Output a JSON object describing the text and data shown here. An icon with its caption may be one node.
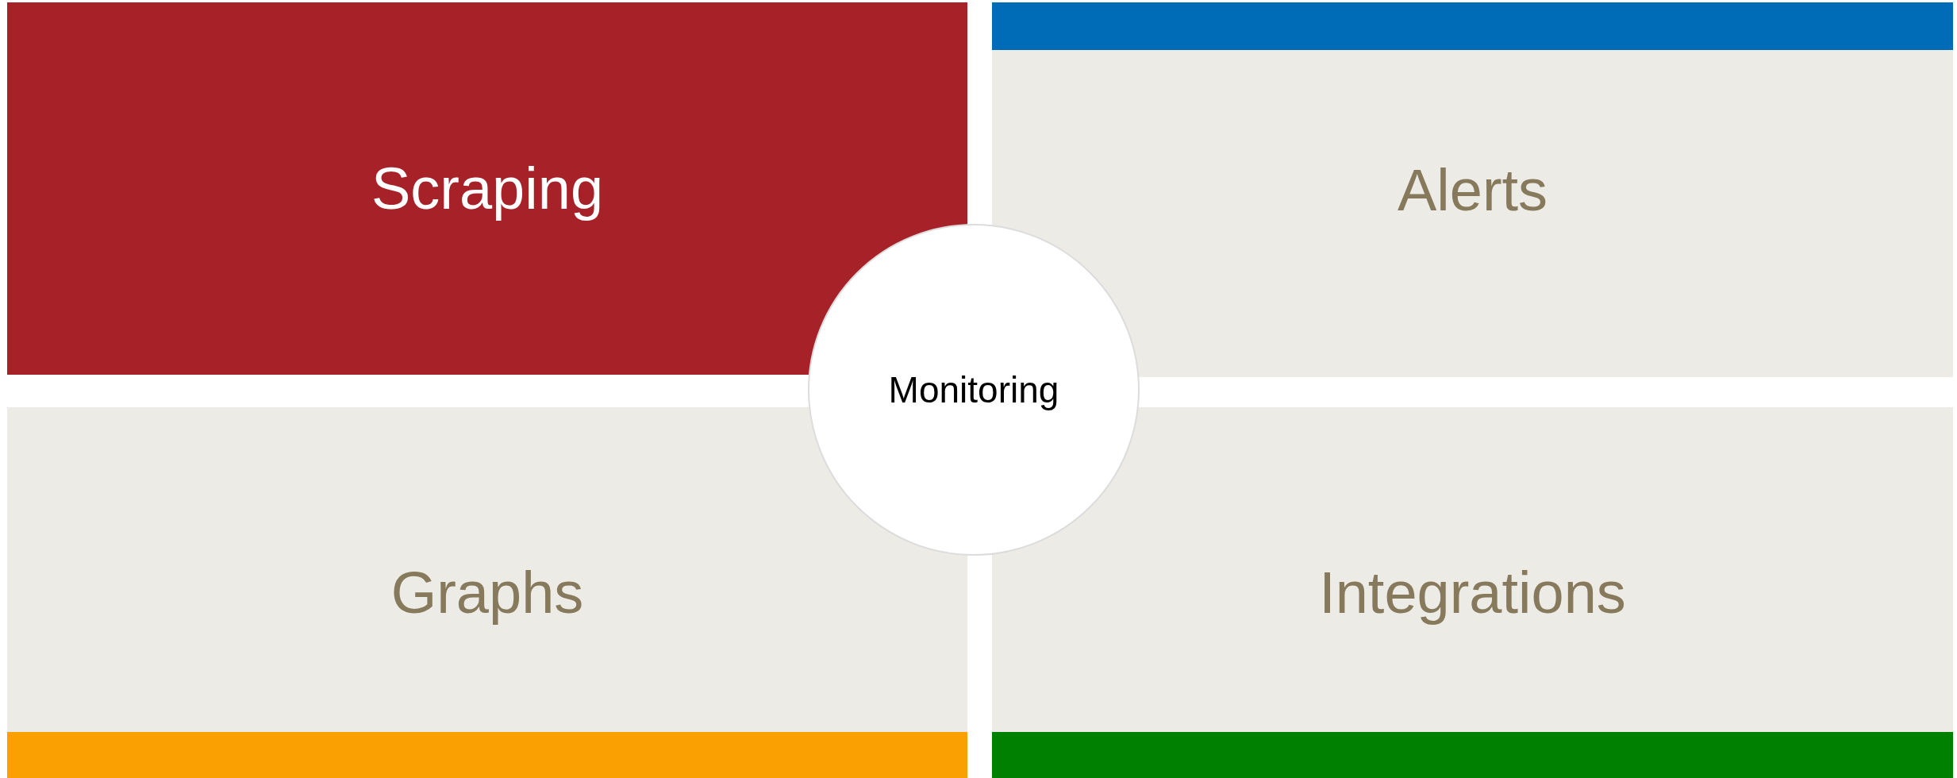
{
  "diagram": {
    "nodes": [
      {
        "text": [
          "Scraping"
        ]
      },
      {
        "text": [
          "Alerts"
        ]
      },
      {
        "text": [
          "Graphs"
        ]
      },
      {
        "text": [
          "Integrations"
        ]
      },
      {
        "text": [
          "Monitoring"
        ]
      }
    ]
  }
}
